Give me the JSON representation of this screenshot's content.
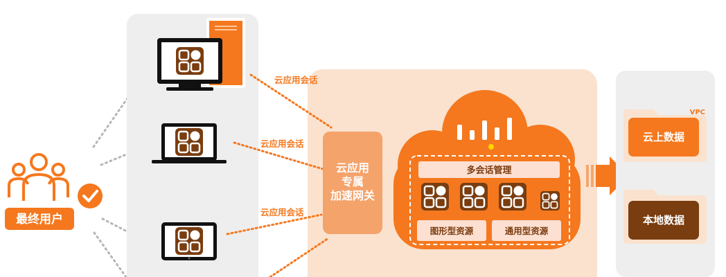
{
  "user": {
    "label": "最终用户"
  },
  "session_labels": [
    "云应用会话",
    "云应用会话",
    "云应用会话"
  ],
  "gateway": {
    "lines": [
      "云应用",
      "专属",
      "加速网关"
    ]
  },
  "cloud": {
    "manager_label": "多会话管理",
    "resource_graphic": "图形型资源",
    "resource_general": "通用型资源"
  },
  "storage": {
    "vpc_label": "VPC",
    "cloud_data": "云上数据",
    "local_data": "本地数据"
  },
  "colors": {
    "orange": "#f5781e",
    "light_orange": "#f5a66d",
    "peach_bg": "#fae2cf",
    "gray_panel": "#eeeeee",
    "dark_brown": "#7a3d10"
  }
}
